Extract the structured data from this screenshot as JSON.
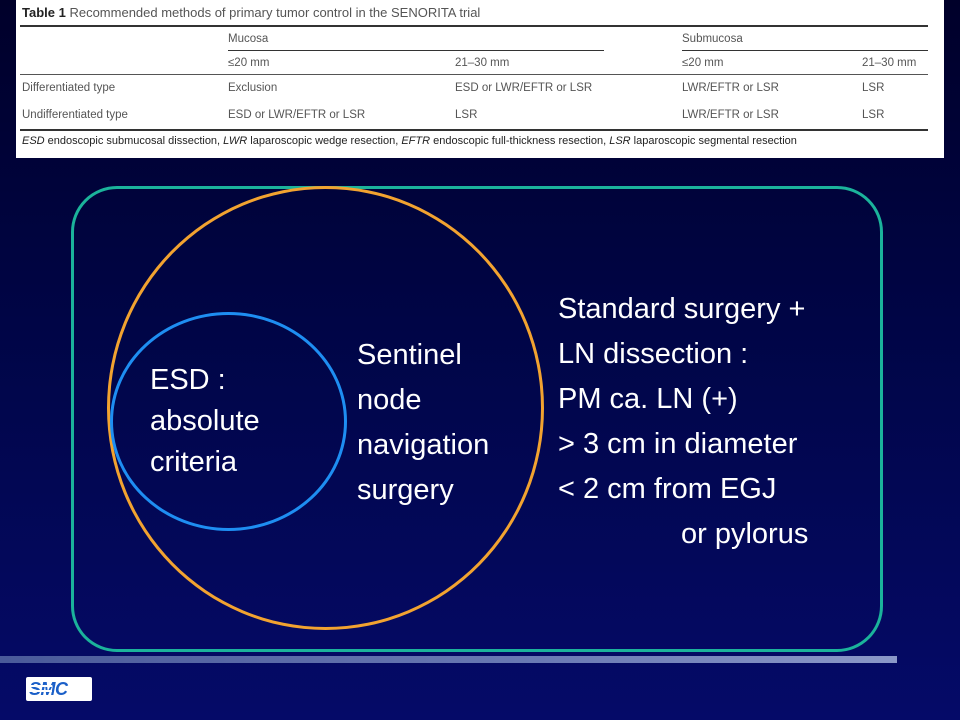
{
  "table": {
    "caption_bold": "Table 1",
    "caption_text": " Recommended methods of primary tumor control in the SENORITA trial",
    "group_headers": [
      "Mucosa",
      "Submucosa"
    ],
    "sub_headers": [
      "≤20 mm",
      "21–30 mm",
      "≤20 mm",
      "21–30 mm"
    ],
    "rows": [
      {
        "label": "Differentiated type",
        "cells": [
          "Exclusion",
          "ESD or LWR/EFTR or LSR",
          "LWR/EFTR or LSR",
          "LSR"
        ]
      },
      {
        "label": "Undifferentiated type",
        "cells": [
          "ESD or LWR/EFTR or LSR",
          "LSR",
          "LWR/EFTR or LSR",
          "LSR"
        ]
      }
    ],
    "footnote": {
      "abbr1": "ESD",
      "def1": " endoscopic submucosal dissection, ",
      "abbr2": "LWR",
      "def2": " laparoscopic wedge resection, ",
      "abbr3": "EFTR",
      "def3": " endoscopic full-thickness resection, ",
      "abbr4": "LSR",
      "def4": " laparoscopic segmental resection"
    }
  },
  "diagram": {
    "inner_label": [
      "ESD :",
      "absolute",
      "criteria"
    ],
    "middle_label": [
      "Sentinel",
      "node",
      "navigation",
      "surgery"
    ],
    "outer_label": [
      "Standard surgery +",
      "LN dissection :",
      "PM ca. LN (+)",
      "> 3 cm in diameter",
      "< 2 cm from EGJ",
      "or pylorus"
    ]
  },
  "colors": {
    "frame": "#1bb39b",
    "outer_circle": "#f2a330",
    "inner_circle": "#1e8ef2",
    "background": "#000546"
  },
  "logo": {
    "text": "SMC"
  }
}
